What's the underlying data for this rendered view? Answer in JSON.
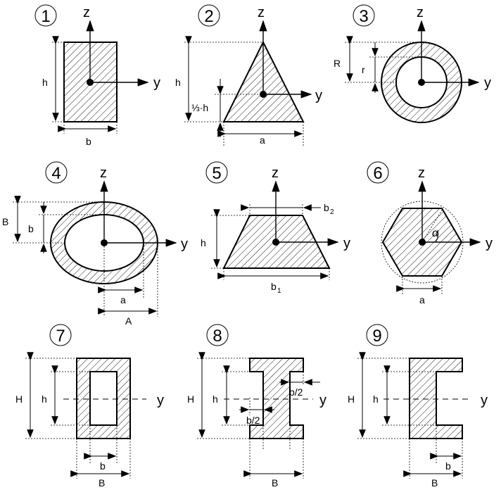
{
  "shapes": [
    {
      "num": "1",
      "labels": {
        "z": "z",
        "y": "y",
        "h": "h",
        "b": "b"
      }
    },
    {
      "num": "2",
      "labels": {
        "z": "z",
        "y": "y",
        "h": "h",
        "third": "⅓·h",
        "a": "a"
      }
    },
    {
      "num": "3",
      "labels": {
        "z": "z",
        "y": "y",
        "R": "R",
        "r": "r"
      }
    },
    {
      "num": "4",
      "labels": {
        "z": "z",
        "y": "y",
        "B": "B",
        "b": "b",
        "a": "a",
        "A": "A"
      }
    },
    {
      "num": "5",
      "labels": {
        "z": "z",
        "y": "y",
        "h": "h",
        "b1": "b",
        "b1_sub": "1",
        "b2": "b",
        "b2_sub": "2"
      }
    },
    {
      "num": "6",
      "labels": {
        "z": "z",
        "y": "y",
        "alpha": "α",
        "a": "a"
      }
    },
    {
      "num": "7",
      "labels": {
        "y": "y",
        "H": "H",
        "h": "h",
        "b": "b",
        "B": "B"
      }
    },
    {
      "num": "8",
      "labels": {
        "y": "y",
        "H": "H",
        "h": "h",
        "b2a": "b/2",
        "b2b": "b/2",
        "B": "B"
      }
    },
    {
      "num": "9",
      "labels": {
        "y": "y",
        "H": "H",
        "h": "h",
        "b": "b",
        "B": "B"
      }
    }
  ]
}
